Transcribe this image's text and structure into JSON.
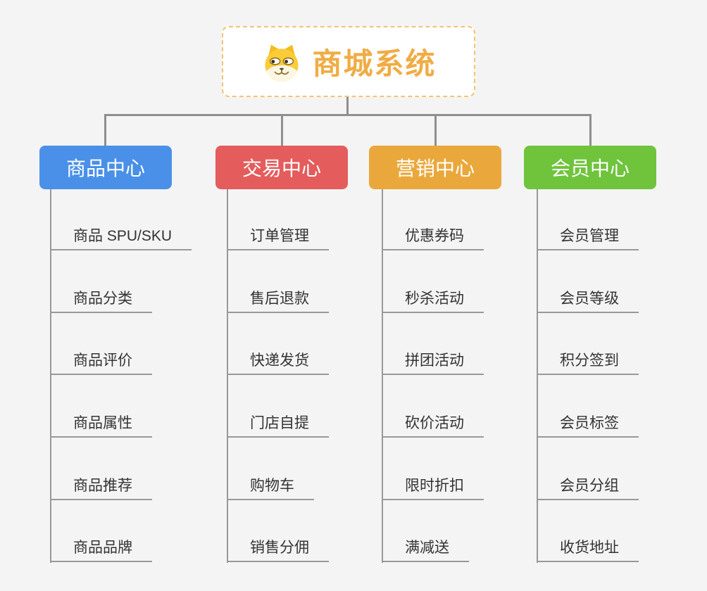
{
  "app": {
    "background_color": "#F4F4F5",
    "connector_color": "#8F8F8F",
    "child_line_color": "#999999"
  },
  "root": {
    "label": "商城系统",
    "icon": "dog-face-icon",
    "text_color": "#F0AC44",
    "border_color": "#F3C472"
  },
  "branches": [
    {
      "label": "商品中心",
      "color": "#4A90E8",
      "children": [
        "商品 SPU/SKU",
        "商品分类",
        "商品评价",
        "商品属性",
        "商品推荐",
        "商品品牌"
      ]
    },
    {
      "label": "交易中心",
      "color": "#E45C5C",
      "children": [
        "订单管理",
        "售后退款",
        "快递发货",
        "门店自提",
        "购物车",
        "销售分佣"
      ]
    },
    {
      "label": "营销中心",
      "color": "#EAA83C",
      "children": [
        "优惠券码",
        "秒杀活动",
        "拼团活动",
        "砍价活动",
        "限时折扣",
        "满减送"
      ]
    },
    {
      "label": "会员中心",
      "color": "#6FC43C",
      "children": [
        "会员管理",
        "会员等级",
        "积分签到",
        "会员标签",
        "会员分组",
        "收货地址"
      ]
    }
  ]
}
